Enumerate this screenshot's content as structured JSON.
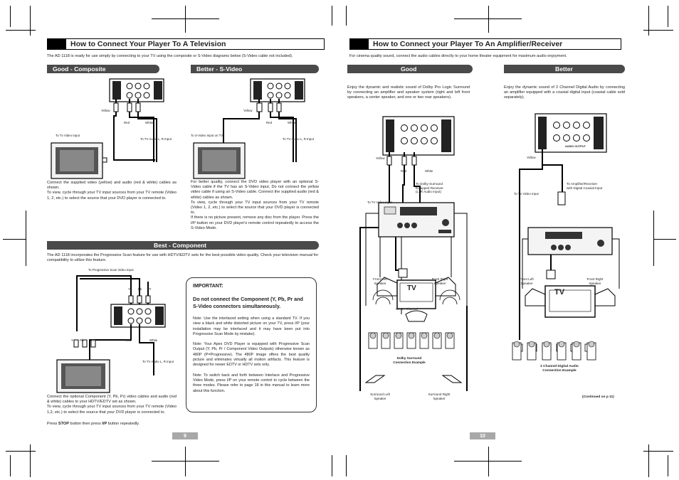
{
  "left": {
    "title": "How to Connect Your Player To A Television",
    "intro": "The AD 1118 is ready for use simply by connecting to your TV using the composite or S-Video diagrams below (S-Video cable not included).",
    "good_label": "Good - Composite",
    "better_label": "Better - S-Video",
    "best_label": "Best - Component",
    "good_text": "Connect the supplied video (yellow) and audio (red & white) cables as shown.\nTo view, cycle through your TV input sources from your TV remote (Video 1, 2, etc.) to select the source that your DVD player is connected to.",
    "better_text": "For better quality, connect the DVD video player with an optional S-Video cable if the TV has an S-Video input. Do not connect the yellow video cable if using an S-Video cable. Connect the supplied audio (red & white) cables as shown.\nTo view, cycle through your TV input sources from your TV remote (Video 1, 2, etc.) to select the source that your DVD player is connected to.\nIf there is no picture present, remove any disc from the player. Press the I/P button on your DVD player's remote control repeatedly to access the S-Video Mode.",
    "best_intro": "The AD 1118 incorporates the Progressive Scan feature for use with HDTV/EDTV sets for the best possible video quality. Check your television manual for compatibility to utilize this feature.",
    "best_text_1": "Connect the optional Component (Y, Pb, Pr) video cables and audio (red & white) cables to your HDTV/EDTV set as shown.\nTo view, cycle through your TV input sources from your TV remote (Video 1,2, etc.) to select the source that your DVD player is connected to.",
    "best_text_2a": "Press ",
    "best_text_2b": "STOP",
    "best_text_2c": " button then press ",
    "best_text_2d": "I/P",
    "best_text_2e": " button repeatedly.",
    "important": {
      "heading": "IMPORTANT:",
      "warning": "Do not connect the Component (Y, Pb, Pr and S-Video connectors simultaneously.",
      "note1": "Note: Use the interlaced setting when using a standard TV. If you view a black and white distorted picture on your TV, press I/P (your installation may be interlaced and it may have been put into Progressive Scan Mode by mistake).",
      "note2": "Note: Your Apex DVD Player is equipped with Progressive Scan Output (Y, Pb, Pr / Component Video Outputs) otherwise known as 480P (P=Progressive). The 480P image offers the best quality picture and eliminates virtually all motion artifacts. This feature is designed for newer EDTV or HDTV sets only.",
      "note3": "Note: To switch back and forth between Interlace and Progressive Video Mode, press I/P on your remote control to cycle between the three modes. Please refer to page 18 in this manual to learn more about this function."
    },
    "labels": {
      "yellow": "Yellow",
      "red": "Red",
      "white": "White",
      "to_tv_video_input": "To Tv Video Input",
      "to_tv_audio": "To TV Audio L, R Input",
      "to_svideo": "To S-Video Input on TV",
      "to_progressive": "To Progressive Scan Video Input",
      "y": "Y",
      "pb": "Pb",
      "pr": "Pr"
    },
    "page_number": "9"
  },
  "right": {
    "title": "How to Connect your Player To An Amplifier/Receiver",
    "intro": "For cinema quality sound, connect the audio cables directly to your home theater equipment for maximum audio enjoyment.",
    "good_label": "Good",
    "better_label": "Better",
    "good_text": "Enjoy the dynamic and realistic sound of Dolby Pro Logic Surround by connecting an amplifier and speaker system (right and left front speakers, a center speaker, and one or two rear speakers).",
    "better_text": "Enjoy the dynamic sound of 2 Channel Digital Audio by connecting an amplifier equipped with a coaxial digital input (coaxial cable sold separately).",
    "labels": {
      "yellow": "Yellow",
      "red": "Red",
      "white": "White",
      "to_dolby": "To Dolby Surround\nEquipped Receiver\n(L+R Audio Input)",
      "to_tv_video_input_a": "To TV Video Input",
      "to_tv_video_input_b": "To TV Video Input",
      "to_amp_coax": "To Amplifier/Receiver\nwith Digital Coaxial Input",
      "front_left": "Front Left\nSpeaker",
      "front_right": "Front Right\nSpeaker",
      "center": "Center Channel",
      "surround_left": "Surround Left\nSpeaker",
      "surround_right": "Surround Right\nSpeaker",
      "dolby_caption": "Dolby Surround\nConnection Example",
      "two_channel_caption": "2 Channel Digital Audio\nConnection Example",
      "tv": "TV",
      "audio_output": "AUDIO OUTPUT"
    },
    "continued": "(Continued on p 11)",
    "page_number": "10"
  }
}
